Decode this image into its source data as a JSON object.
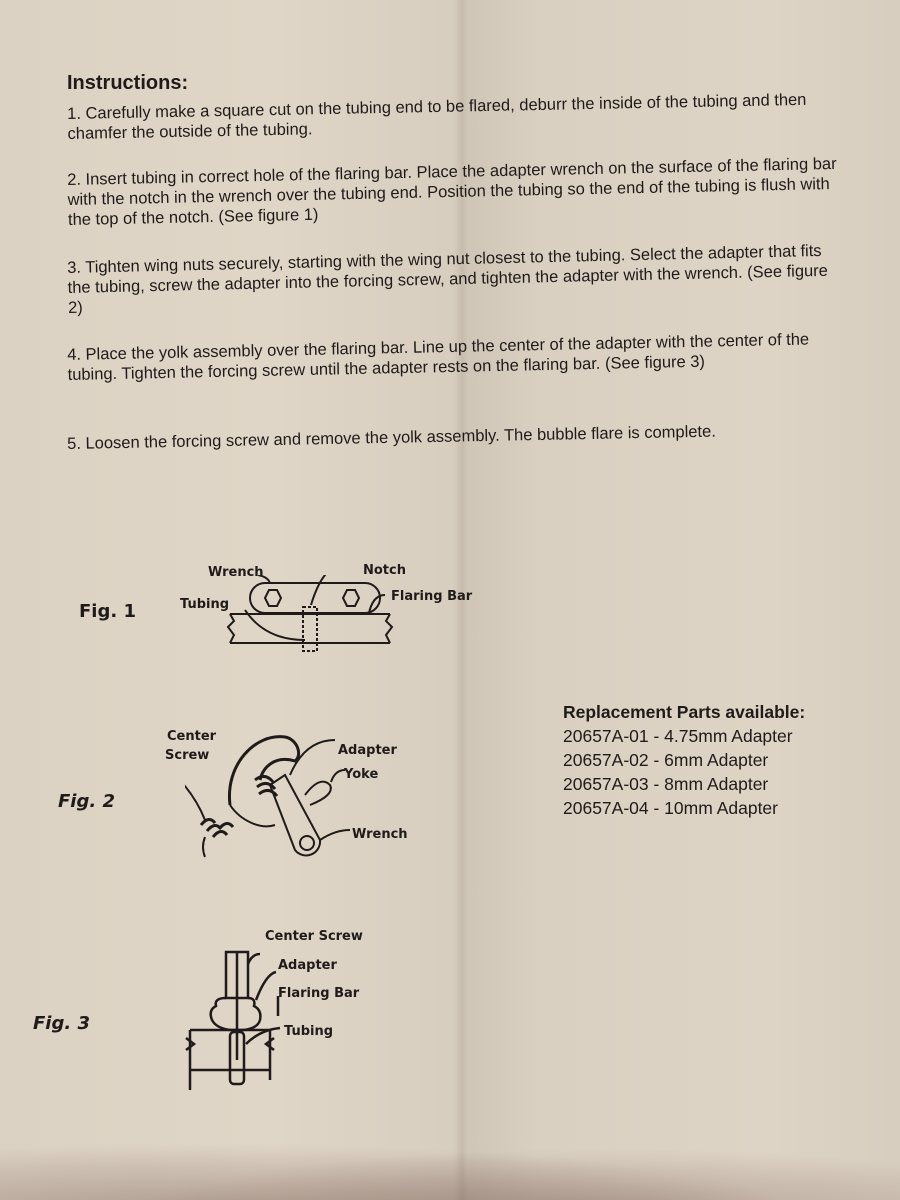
{
  "document": {
    "title": "Instructions:",
    "steps": [
      {
        "text": "1. Carefully make a square cut on the tubing end to be flared, deburr the inside of the tubing and then chamfer the outside of the tubing."
      },
      {
        "text": "2. Insert tubing in correct hole of the flaring bar. Place the adapter wrench on the surface of the flaring bar with the notch in the wrench over the tubing end. Position the tubing so the end of the tubing is flush with the top of the notch. (See figure 1)"
      },
      {
        "text": "3. Tighten wing nuts securely, starting with the wing nut closest to the tubing. Select the adapter that fits the tubing, screw the adapter into the forcing screw, and tighten the adapter with the wrench. (See figure 2)"
      },
      {
        "text": "4. Place the yolk assembly over the flaring bar. Line up the center of the adapter with the center of the tubing. Tighten the forcing screw until the adapter rests on the flaring bar. (See figure 3)"
      },
      {
        "text": "5. Loosen the forcing screw and remove the yolk assembly. The bubble flare is complete."
      }
    ]
  },
  "figures": {
    "fig1": {
      "label": "Fig. 1",
      "callouts": {
        "wrench": "Wrench",
        "notch": "Notch",
        "tubing": "Tubing",
        "flaring_bar": "Flaring Bar"
      }
    },
    "fig2": {
      "label": "Fig. 2",
      "callouts": {
        "center": "Center",
        "screw": "Screw",
        "adapter": "Adapter",
        "yoke": "Yoke",
        "wrench": "Wrench"
      }
    },
    "fig3": {
      "label": "Fig. 3",
      "callouts": {
        "center_screw": "Center Screw",
        "adapter": "Adapter",
        "flaring_bar": "Flaring Bar",
        "tubing": "Tubing"
      }
    }
  },
  "replacement_parts": {
    "heading": "Replacement Parts available:",
    "items": [
      {
        "text": "20657A-01 - 4.75mm Adapter"
      },
      {
        "text": "20657A-02 - 6mm Adapter"
      },
      {
        "text": "20657A-03 - 8mm Adapter"
      },
      {
        "text": "20657A-04 - 10mm Adapter"
      }
    ]
  }
}
